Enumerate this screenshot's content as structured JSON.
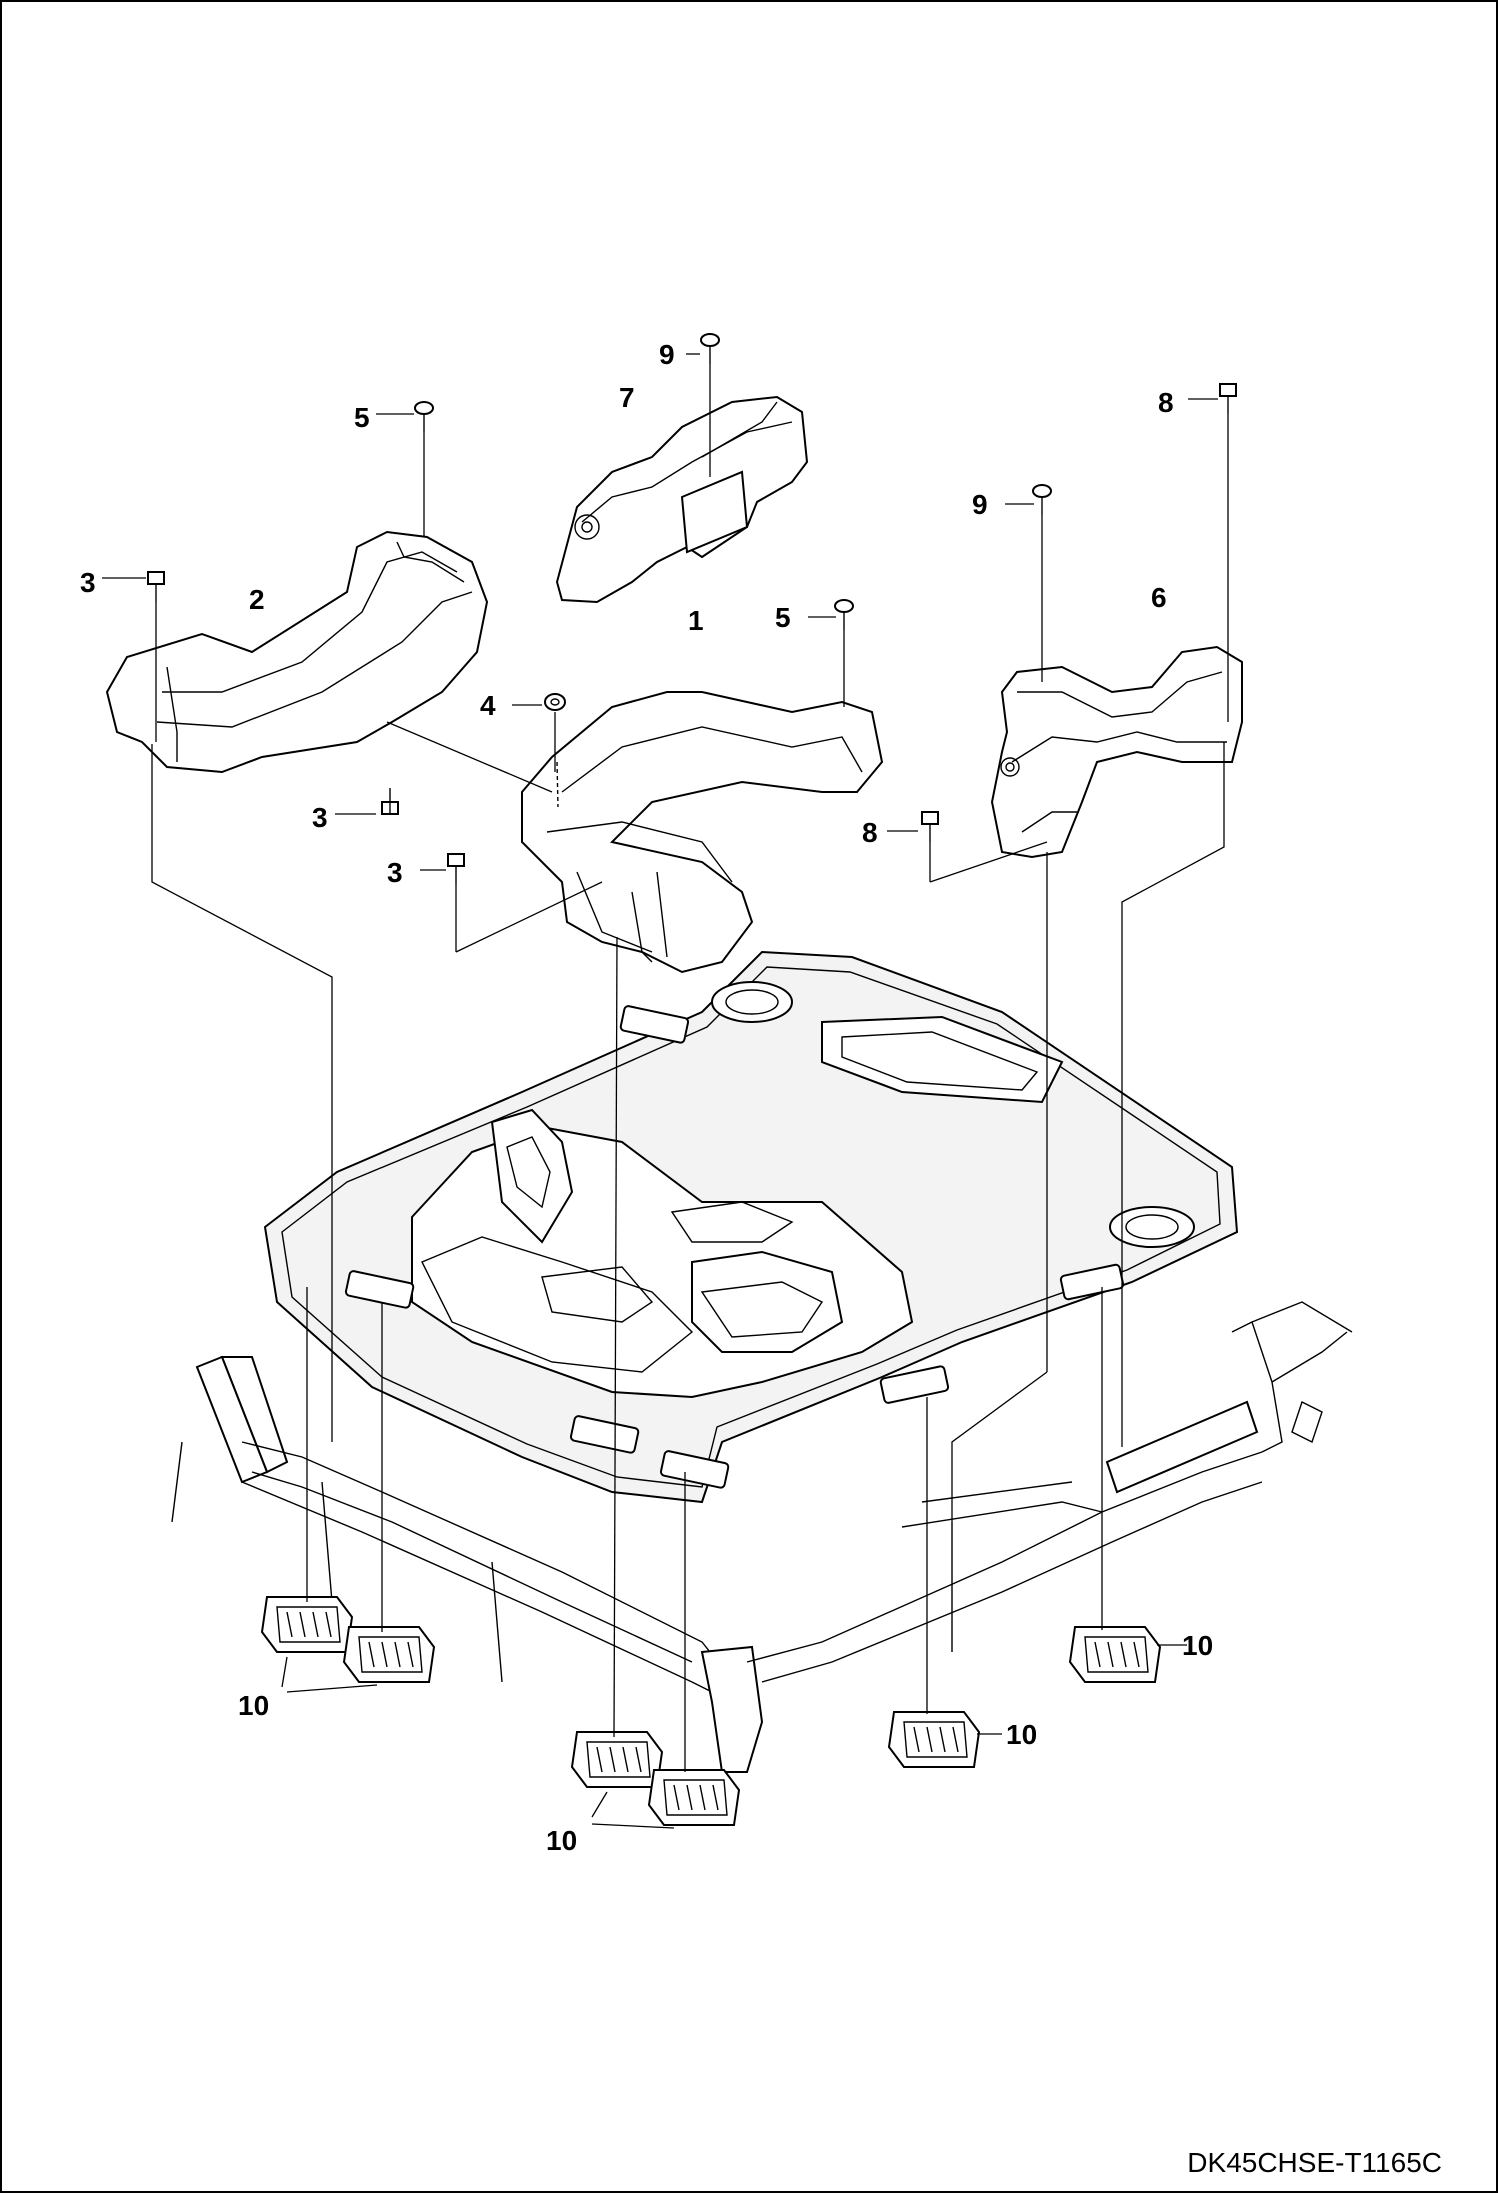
{
  "drawing": {
    "code": "DK45CHSE-T1165C",
    "callouts": {
      "c9_top": "9",
      "c7": "7",
      "c5_left": "5",
      "c8_right": "8",
      "c9_right": "9",
      "c3_top": "3",
      "c2": "2",
      "c1": "1",
      "c5_mid": "5",
      "c6": "6",
      "c4": "4",
      "c3_mid": "3",
      "c8_mid": "8",
      "c3_low": "3",
      "c10_right": "10",
      "c10_pair_left": "10",
      "c10_mid_right": "10",
      "c10_pair_center": "10"
    }
  }
}
